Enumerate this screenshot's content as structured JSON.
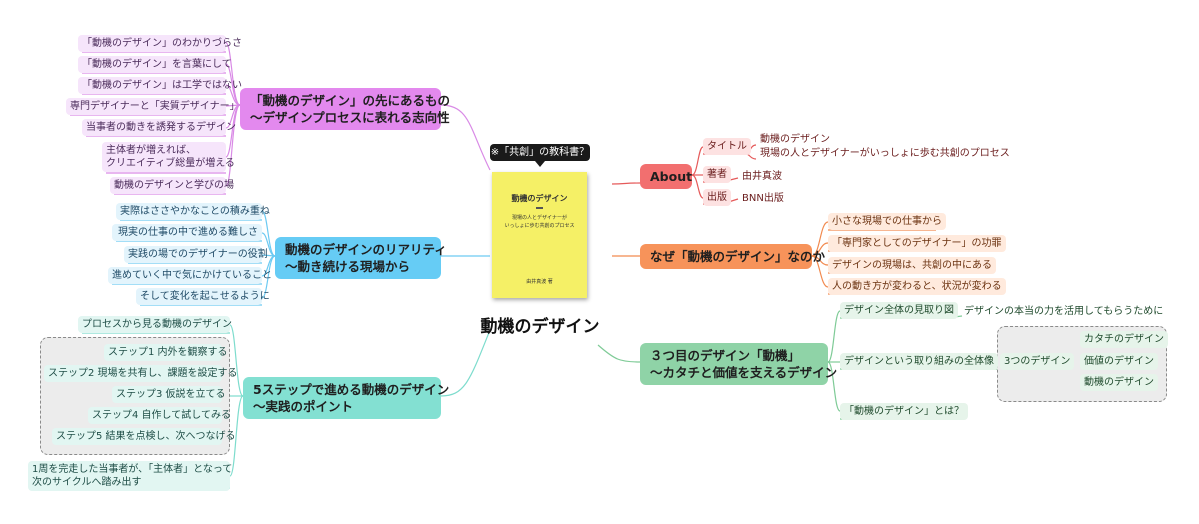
{
  "center": {
    "title": "動機のデザイン",
    "callout": "※「共創」の教科書？",
    "book_title": "動機のデザイン",
    "book_subtitle_1": "現場の人とデザイナーが",
    "book_subtitle_2": "いっしょに歩む共創のプロセス",
    "book_author": "由井真波 著"
  },
  "branches": {
    "purple": {
      "title_1": "「動機のデザイン」の先にあるもの",
      "title_2": "〜デザインプロセスに表れる志向性",
      "color": "#e389ee",
      "items": [
        "「動機のデザイン」のわかりづらさ",
        "「動機のデザイン」を言葉にして",
        "「動機のデザイン」は工学ではない",
        "専門デザイナーと「実質デザイナー」",
        "当事者の動きを誘発するデザイン",
        "主体者が増えれば、",
        "クリエイティブ総量が増える",
        "動機のデザインと学びの場"
      ]
    },
    "blue": {
      "title_1": "動機のデザインのリアリティ",
      "title_2": "〜動き続ける現場から",
      "color": "#66ccf5",
      "items": [
        "実際はささやかなことの積み重ね",
        "現実の仕事の中で進める難しさ",
        "実践の場でのデザイナーの役割",
        "進めていく中で気にかけていること",
        "そして変化を起こせるように"
      ]
    },
    "teal": {
      "title_1": "5ステップで進める動機のデザイン",
      "title_2": "〜実践のポイント",
      "color": "#83e0d2",
      "items": [
        "プロセスから見る動機のデザイン",
        "ステップ1 内外を観察する",
        "ステップ2 現場を共有し、課題を設定する",
        "ステップ3 仮説を立てる",
        "ステップ4 自作して試してみる",
        "ステップ5 結果を点検し、次へつなげる",
        "1周を完走した当事者が、「主体者」となって",
        "次のサイクルへ踏み出す"
      ]
    },
    "red": {
      "title": "About",
      "color": "#f26f6f",
      "labels": [
        "タイトル",
        "著者",
        "出版"
      ],
      "title_value_1": "動機のデザイン",
      "title_value_2": "現場の人とデザイナーがいっしょに歩む共創のプロセス",
      "author_value": "由井真波",
      "publisher_value": "BNN出版"
    },
    "orange": {
      "title": "なぜ「動機のデザイン」なのか",
      "color": "#f7935a",
      "items": [
        "小さな現場での仕事から",
        "「専門家としてのデザイナー」の功罪",
        "デザインの現場は、共創の中にある",
        "人の動き方が変わると、状況が変わる"
      ]
    },
    "green": {
      "title_1": "３つ目のデザイン「動機」",
      "title_2": "〜カタチと価値を支えるデザイン",
      "color": "#8fd3a7",
      "items": [
        "デザイン全体の見取り図",
        "デザインの本当の力を活用してもらうために",
        "デザインという取り組みの全体像",
        "3つのデザイン",
        "カタチのデザイン",
        "価値のデザイン",
        "動機のデザイン",
        "「動機のデザイン」とは？"
      ]
    }
  }
}
